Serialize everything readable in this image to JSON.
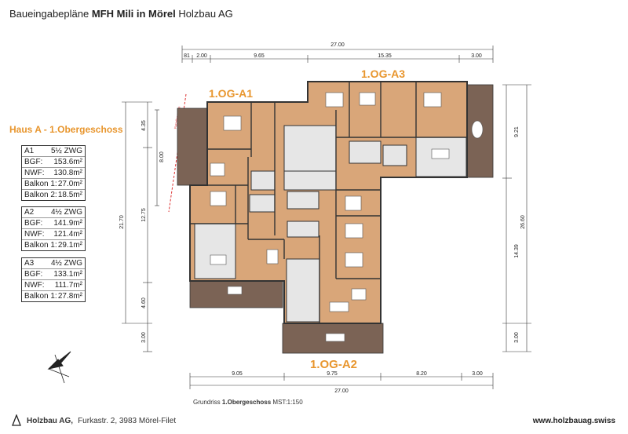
{
  "header": {
    "prefix": "Baueingabepläne",
    "project": "MFH Mili in Mörel",
    "company": "Holzbau AG"
  },
  "section_title": "Haus A - 1.Obergeschoss",
  "apartment_labels": {
    "a1": "1.OG-A1",
    "a2": "1.OG-A2",
    "a3": "1.OG-A3"
  },
  "units": [
    {
      "name": "A1",
      "type": "5½ ZWG",
      "rows": [
        [
          "BGF:",
          "153.6m²"
        ],
        [
          "NWF:",
          "130.8m²"
        ],
        [
          "Balkon 1:",
          "27.0m²"
        ],
        [
          "Balkon 2:",
          "18.5m²"
        ]
      ]
    },
    {
      "name": "A2",
      "type": "4½ ZWG",
      "rows": [
        [
          "BGF:",
          "141.9m²"
        ],
        [
          "NWF:",
          "121.4m²"
        ],
        [
          "Balkon 1:",
          "29.1m²"
        ]
      ]
    },
    {
      "name": "A3",
      "type": "4½ ZWG",
      "rows": [
        [
          "BGF:",
          "133.1m²"
        ],
        [
          "NWF:",
          "111.7m²"
        ],
        [
          "Balkon 1:",
          "27.8m²"
        ]
      ]
    }
  ],
  "dimensions": {
    "top_total": "27.00",
    "top_segments": [
      "81",
      "2.00",
      "9.65",
      "15.35",
      "3.00"
    ],
    "bottom_segments": [
      "9.05",
      "9.75",
      "8.20",
      "3.00"
    ],
    "bottom_total": "27.00",
    "left_outer": "21.70",
    "left_inner": [
      "4.35",
      "12.75",
      "4.60"
    ],
    "left_small": "8.00",
    "left_bottom": "3.00",
    "right_outer": "26.60",
    "right_inner": [
      "9.21",
      "14.39",
      "3.00"
    ]
  },
  "plan_annotations": {
    "boundary": "Parzellengrenze"
  },
  "caption": {
    "prefix": "Grundriss",
    "bold": "1.Obergeschoss",
    "scale": "MST:1:150"
  },
  "footer": {
    "company": "Holzbau AG,",
    "address": "Furkastr. 2, 3983 Mörel-Filet",
    "website": "www.holzbauag.swiss"
  },
  "colors": {
    "accent": "#e8962e",
    "floor": "#d9a679",
    "balcony": "#7b6355",
    "wall": "#333333"
  }
}
